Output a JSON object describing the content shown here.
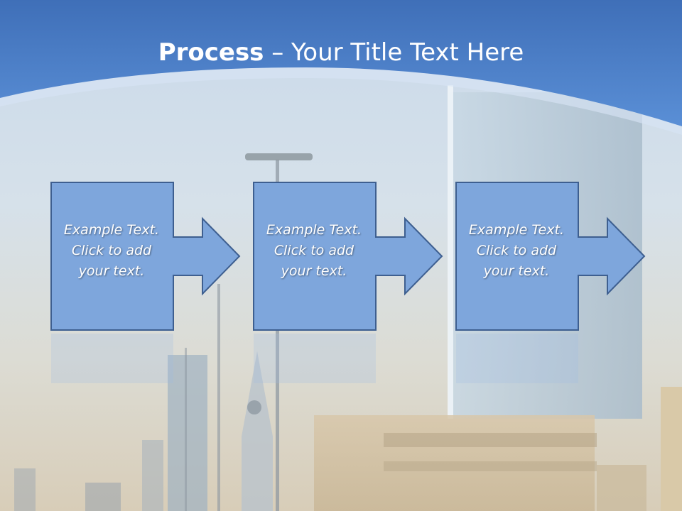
{
  "slide": {
    "title_bold": "Process",
    "title_rest": " – Your Title Text Here",
    "steps": [
      {
        "text": "Example Text.\nClick  to add\nyour text."
      },
      {
        "text": "Example Text.\nClick  to add\nyour text."
      },
      {
        "text": "Example Text.\nClick  to add\nyour text."
      }
    ]
  },
  "colors": {
    "header_blue": "#4a7cc4",
    "arrow_fill": "#7ea6dc",
    "arrow_stroke": "#3e5f90"
  }
}
